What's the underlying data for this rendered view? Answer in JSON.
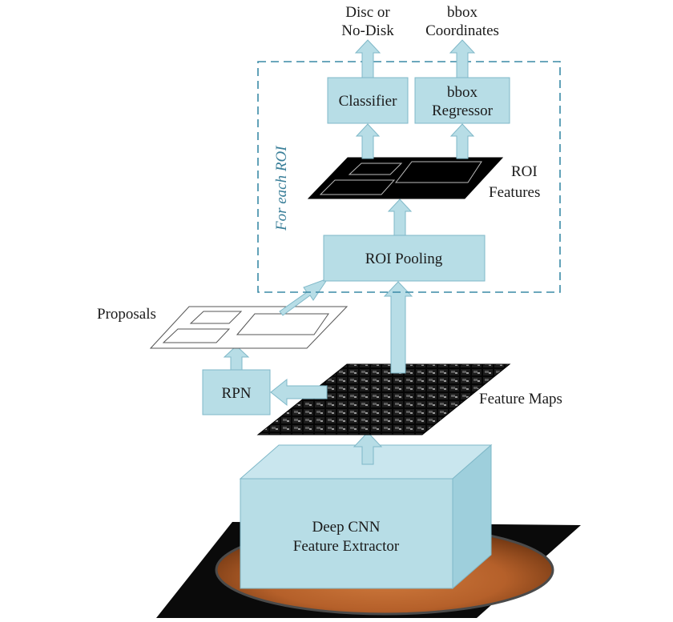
{
  "colors": {
    "box_fill": "#b7dde6",
    "box_stroke": "#7fb8c8",
    "dashed_border": "#3a8aa6",
    "map_dark": "#000000",
    "fundus_orange": "#b5602a"
  },
  "diagram": {
    "outputs": {
      "disc": [
        "Disc or",
        "No-Disk"
      ],
      "bbox": [
        "bbox",
        "Coordinates"
      ]
    },
    "roi_region_label": "For each ROI",
    "classifier_label": "Classifier",
    "regressor_label": [
      "bbox",
      "Regressor"
    ],
    "roi_features_label": [
      "ROI",
      "Features"
    ],
    "roi_pooling_label": "ROI Pooling",
    "proposals_label": "Proposals",
    "rpn_label": "RPN",
    "feature_maps_label": "Feature Maps",
    "cnn_label": [
      "Deep CNN",
      "Feature Extractor"
    ]
  }
}
